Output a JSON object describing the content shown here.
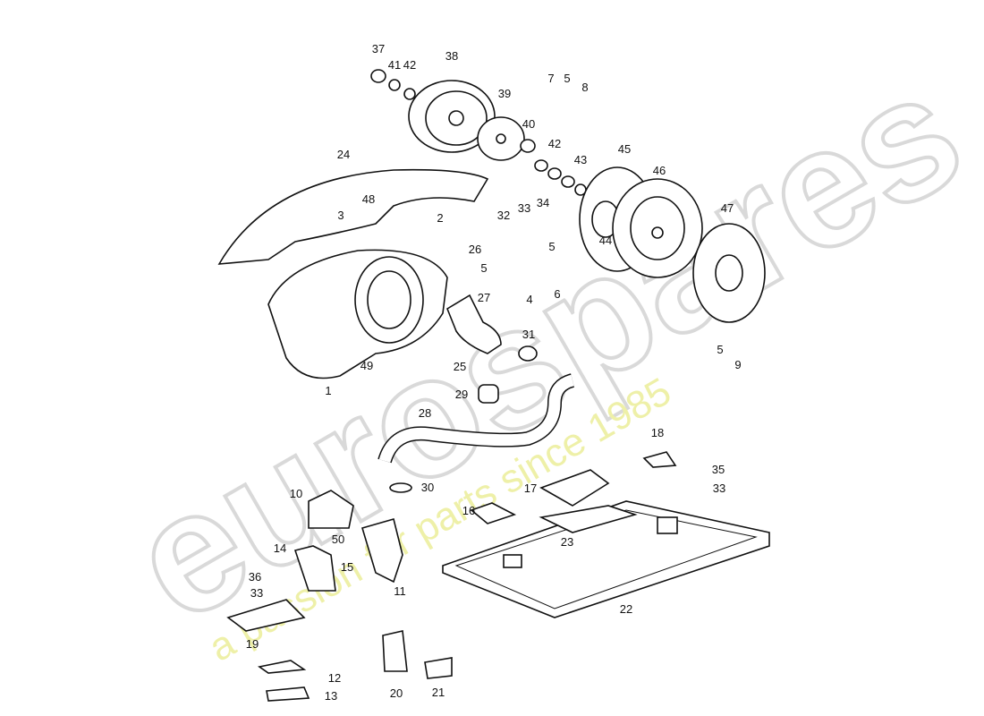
{
  "diagram": {
    "callouts": [
      "37",
      "41",
      "42",
      "38",
      "39",
      "40",
      "42",
      "43",
      "45",
      "46",
      "47",
      "44",
      "7",
      "5",
      "8",
      "24",
      "48",
      "3",
      "2",
      "32",
      "33",
      "34",
      "5",
      "26",
      "5",
      "27",
      "4",
      "6",
      "31",
      "25",
      "29",
      "1",
      "49",
      "5",
      "9",
      "28",
      "18",
      "35",
      "33",
      "17",
      "30",
      "10",
      "16",
      "50",
      "14",
      "15",
      "23",
      "36",
      "33",
      "11",
      "22",
      "19",
      "12",
      "13",
      "20",
      "21"
    ],
    "line_color": "#111111"
  },
  "watermark": {
    "brand": "eurospares",
    "tagline": "a passion for parts since 1985",
    "brand_color": "#d9d9d9",
    "tagline_color": "#eef0a8"
  }
}
